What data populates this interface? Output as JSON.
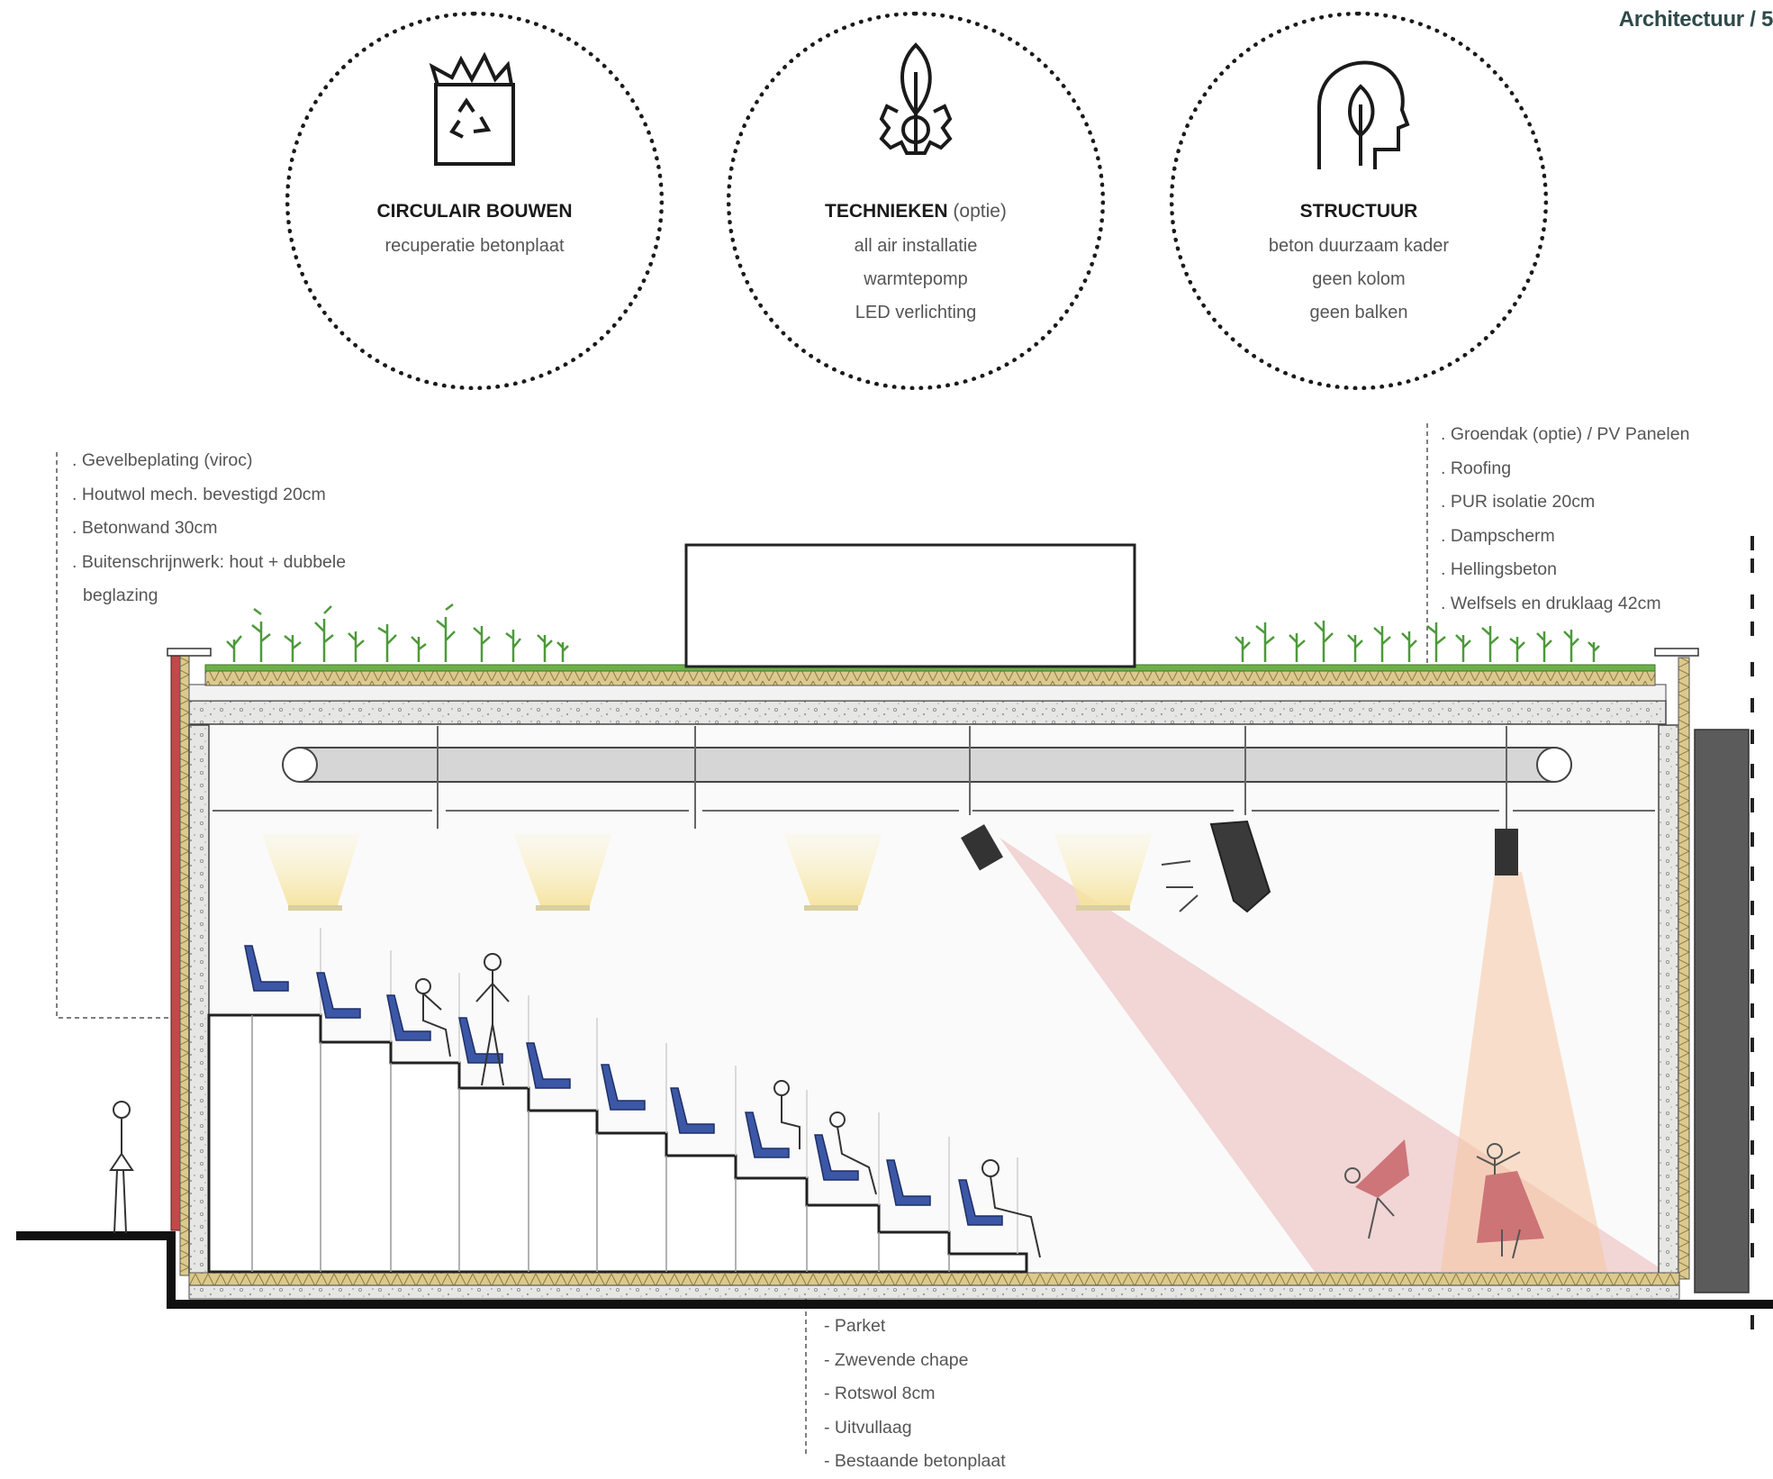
{
  "header": {
    "title": "Architectuur / 5"
  },
  "circles": [
    {
      "title": "CIRCULAIR BOUWEN",
      "title_suffix": "",
      "lines": [
        "recuperatie betonplaat"
      ],
      "icon": "recycle-bin-icon"
    },
    {
      "title": "TECHNIEKEN",
      "title_suffix": "(optie)",
      "lines": [
        "all air installatie",
        "warmtepomp",
        "LED verlichting"
      ],
      "icon": "gear-leaf-icon"
    },
    {
      "title": "STRUCTUUR",
      "title_suffix": "",
      "lines": [
        "beton duurzaam kader",
        "geen kolom",
        "geen balken"
      ],
      "icon": "head-leaf-icon"
    }
  ],
  "notes": {
    "facade": [
      ". Gevelbeplating (viroc)",
      ". Houtwol mech. bevestigd 20cm",
      ". Betonwand 30cm",
      ". Buitenschrijnwerk: hout + dubbele",
      "  beglazing"
    ],
    "roof": [
      ". Groendak (optie) / PV Panelen",
      ". Roofing",
      ". PUR isolatie 20cm",
      ". Dampscherm",
      ". Hellingsbeton",
      ". Welfsels en druklaag 42cm"
    ],
    "floor": [
      "- Parket",
      "- Zwevende chape",
      "- Rotswol 8cm",
      "- Uitvullaag",
      "- Bestaande betonplaat"
    ]
  },
  "colors": {
    "insulation": "#d9c98f",
    "concrete": "#e4e4e2",
    "seat": "#3b57a6",
    "green_roof": "#6db04a",
    "spot_red": "#e8a9a9",
    "spot_orange": "#f6c7a2",
    "dancer": "#c96a6f",
    "dark_wall": "#5b5b5b"
  }
}
